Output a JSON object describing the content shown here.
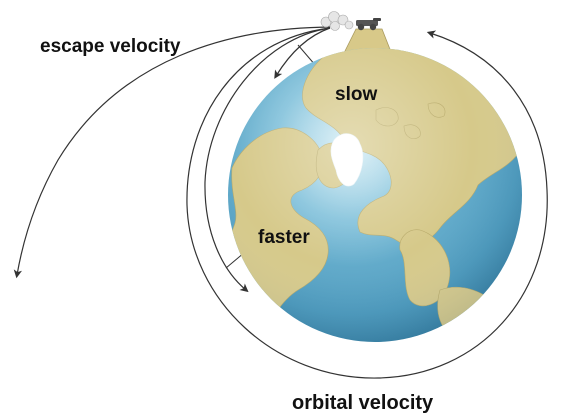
{
  "labels": {
    "escape": "escape velocity",
    "slow": "slow",
    "faster": "faster",
    "orbital": "orbital velocity"
  },
  "colors": {
    "ocean": "#4f9ec0",
    "ocean_light": "#bfe2ee",
    "land": "#d6c98a",
    "ice": "#ffffff",
    "path": "#333333"
  },
  "icons": {
    "planet": "earth-globe-north-pole-view",
    "mountain": "tall-mountain-peak",
    "launcher": "cannon-on-mountain",
    "smoke": "cannon-smoke-puff"
  }
}
